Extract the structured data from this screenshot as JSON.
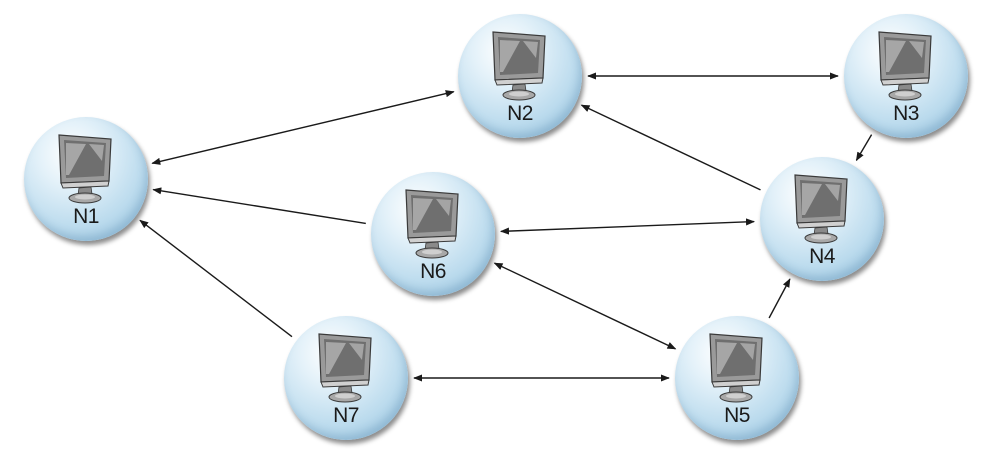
{
  "nodes": [
    {
      "id": "N1",
      "label": "N1"
    },
    {
      "id": "N2",
      "label": "N2"
    },
    {
      "id": "N3",
      "label": "N3"
    },
    {
      "id": "N4",
      "label": "N4"
    },
    {
      "id": "N5",
      "label": "N5"
    },
    {
      "id": "N6",
      "label": "N6"
    },
    {
      "id": "N7",
      "label": "N7"
    }
  ],
  "edges": [
    {
      "from": "N1",
      "to": "N2",
      "direction": "both"
    },
    {
      "from": "N2",
      "to": "N3",
      "direction": "both"
    },
    {
      "from": "N3",
      "to": "N4",
      "direction": "forward"
    },
    {
      "from": "N4",
      "to": "N2",
      "direction": "forward"
    },
    {
      "from": "N6",
      "to": "N1",
      "direction": "forward"
    },
    {
      "from": "N6",
      "to": "N4",
      "direction": "both"
    },
    {
      "from": "N6",
      "to": "N5",
      "direction": "both"
    },
    {
      "from": "N5",
      "to": "N4",
      "direction": "forward"
    },
    {
      "from": "N7",
      "to": "N1",
      "direction": "forward"
    },
    {
      "from": "N7",
      "to": "N5",
      "direction": "both"
    }
  ],
  "icon": "computer-monitor-icon",
  "colors": {
    "node_fill": "#bddcee",
    "edge": "#1a1a1a"
  }
}
